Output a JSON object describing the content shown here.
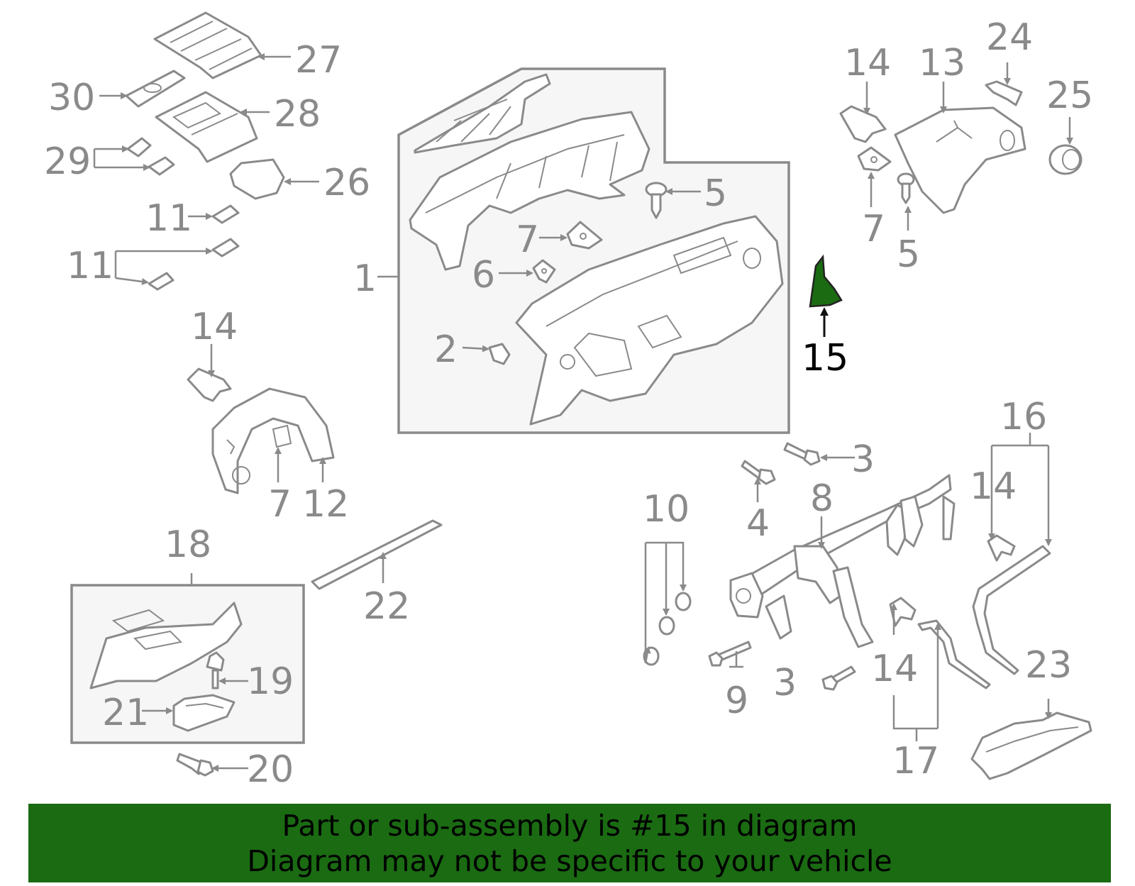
{
  "callouts": [
    {
      "id": "c1",
      "text": "1"
    },
    {
      "id": "c2",
      "text": "2"
    },
    {
      "id": "c3a",
      "text": "3"
    },
    {
      "id": "c3b",
      "text": "3"
    },
    {
      "id": "c4",
      "text": "4"
    },
    {
      "id": "c5a",
      "text": "5"
    },
    {
      "id": "c5b",
      "text": "5"
    },
    {
      "id": "c6",
      "text": "6"
    },
    {
      "id": "c7a",
      "text": "7"
    },
    {
      "id": "c7b",
      "text": "7"
    },
    {
      "id": "c7c",
      "text": "7"
    },
    {
      "id": "c8",
      "text": "8"
    },
    {
      "id": "c9",
      "text": "9"
    },
    {
      "id": "c10",
      "text": "10"
    },
    {
      "id": "c11a",
      "text": "11"
    },
    {
      "id": "c11b",
      "text": "11"
    },
    {
      "id": "c12",
      "text": "12"
    },
    {
      "id": "c13",
      "text": "13"
    },
    {
      "id": "c14a",
      "text": "14"
    },
    {
      "id": "c14b",
      "text": "14"
    },
    {
      "id": "c14c",
      "text": "14"
    },
    {
      "id": "c14d",
      "text": "14"
    },
    {
      "id": "c15",
      "text": "15"
    },
    {
      "id": "c16",
      "text": "16"
    },
    {
      "id": "c17",
      "text": "17"
    },
    {
      "id": "c18",
      "text": "18"
    },
    {
      "id": "c19",
      "text": "19"
    },
    {
      "id": "c20",
      "text": "20"
    },
    {
      "id": "c21",
      "text": "21"
    },
    {
      "id": "c22",
      "text": "22"
    },
    {
      "id": "c23",
      "text": "23"
    },
    {
      "id": "c24",
      "text": "24"
    },
    {
      "id": "c25",
      "text": "25"
    },
    {
      "id": "c26",
      "text": "26"
    },
    {
      "id": "c27",
      "text": "27"
    },
    {
      "id": "c28",
      "text": "28"
    },
    {
      "id": "c29",
      "text": "29"
    },
    {
      "id": "c30",
      "text": "30"
    }
  ],
  "highlight": {
    "part_number": "15",
    "color": "#1a6b12"
  },
  "banner": {
    "line1": "Part or sub-assembly is #15 in diagram",
    "line2": "Diagram may not be specific to your vehicle",
    "background": "#1a6b12"
  }
}
